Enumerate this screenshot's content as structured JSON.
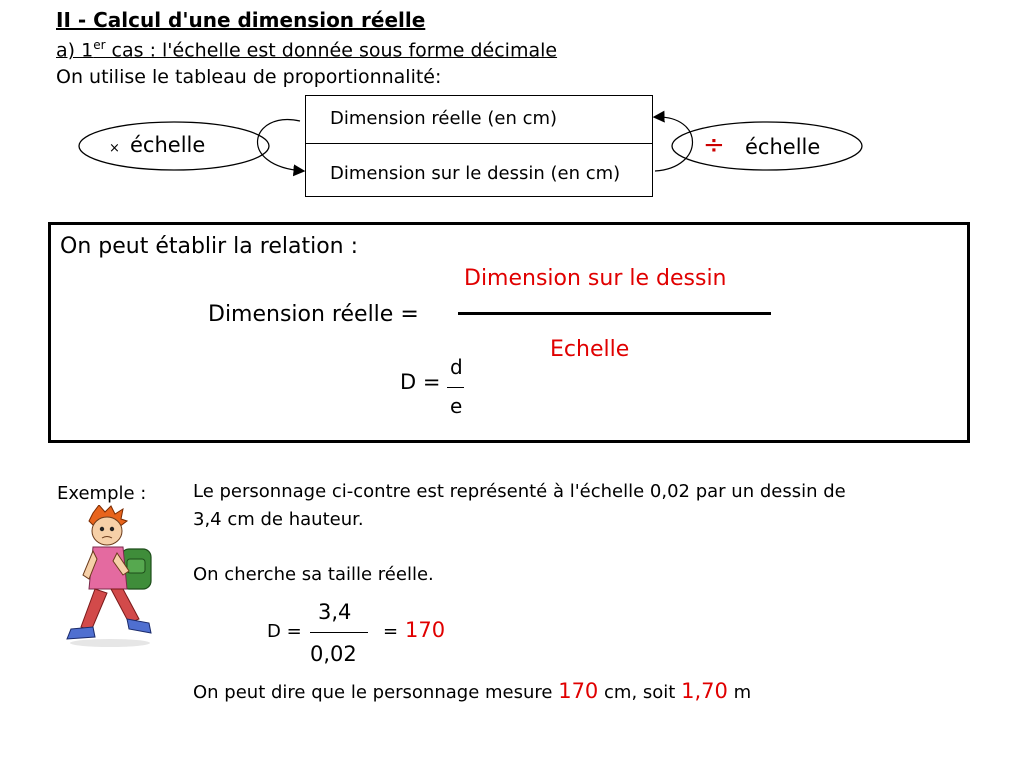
{
  "header": {
    "title": "II - Calcul d'une dimension réelle",
    "sub_prefix": "a) 1",
    "sub_sup": "er",
    "sub_rest": " cas : l'échelle est donnée sous forme décimale",
    "intro": "On utilise le tableau de proportionnalité:"
  },
  "table": {
    "row1": "Dimension réelle (en cm)",
    "row2": "Dimension sur le dessin (en cm)"
  },
  "ovals": {
    "left_symbol": "×",
    "left_label": "échelle",
    "right_symbol": "÷",
    "right_label": "échelle"
  },
  "relation": {
    "title": "On peut établir la relation :",
    "lhs": "Dimension réelle =",
    "numerator": "Dimension sur le dessin",
    "denominator": "Echelle",
    "short_lhs": "D =",
    "short_num": "d",
    "short_den": "e"
  },
  "example": {
    "label": "Exemple :",
    "line1": "Le personnage ci-contre est représenté à l'échelle 0,02 par un dessin de",
    "line2": "3,4 cm de hauteur.",
    "line3": "On cherche sa taille réelle.",
    "calc_lhs": "D =",
    "calc_num": "3,4",
    "calc_den": "0,02",
    "calc_eq": "=",
    "calc_result": "170",
    "final_a": "On peut dire que le personnage mesure ",
    "final_val1": "170",
    "final_b": " cm, soit ",
    "final_val2": "1,70",
    "final_c": " m"
  },
  "colors": {
    "accent_red": "#e00000"
  }
}
